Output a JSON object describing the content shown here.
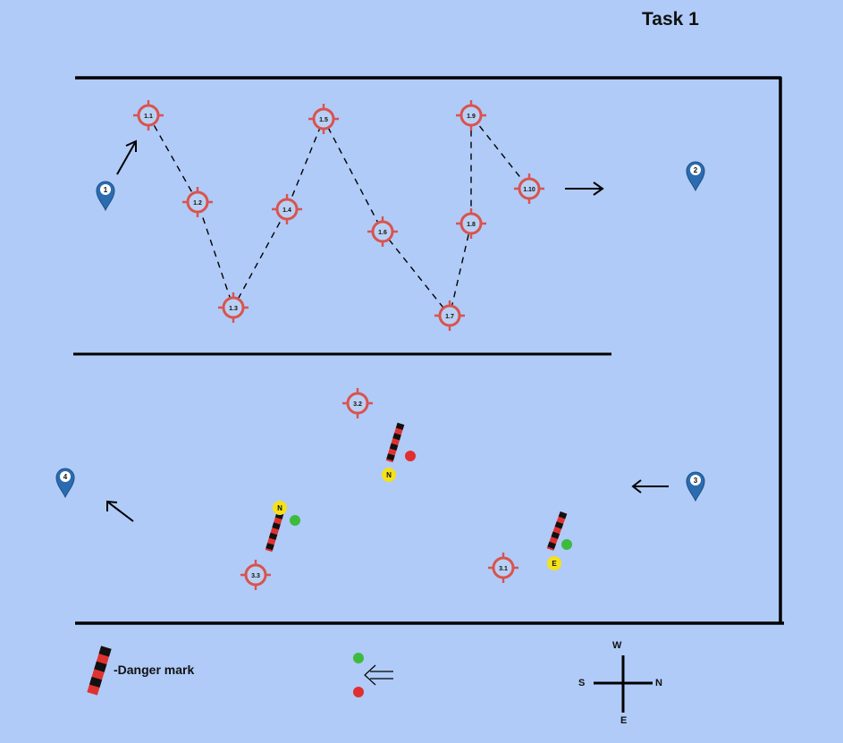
{
  "title": "Task 1",
  "legend": {
    "danger_mark_label": "-Danger mark"
  },
  "compass": {
    "top": "W",
    "bottom": "E",
    "left": "S",
    "right": "N"
  },
  "waypoints": [
    {
      "id": "1.1"
    },
    {
      "id": "1.2"
    },
    {
      "id": "1.3"
    },
    {
      "id": "1.4"
    },
    {
      "id": "1.5"
    },
    {
      "id": "1.6"
    },
    {
      "id": "1.7"
    },
    {
      "id": "1.8"
    },
    {
      "id": "1.9"
    },
    {
      "id": "1.10"
    },
    {
      "id": "3.1"
    },
    {
      "id": "3.2"
    },
    {
      "id": "3.3"
    }
  ],
  "pins": [
    {
      "id": "1"
    },
    {
      "id": "2"
    },
    {
      "id": "3"
    },
    {
      "id": "4"
    }
  ],
  "danger_marks": [
    {
      "badge": "N"
    },
    {
      "badge": "N"
    },
    {
      "badge": "E"
    }
  ],
  "colors": {
    "background": "#b0cbf7",
    "target": "#d9534f",
    "pin": "#2b6cb0",
    "danger_red": "#e03131",
    "danger_black": "#111111",
    "buoy_green": "#3dbb3d",
    "buoy_red": "#e02f2f",
    "badge_yellow": "#f5e11a"
  }
}
